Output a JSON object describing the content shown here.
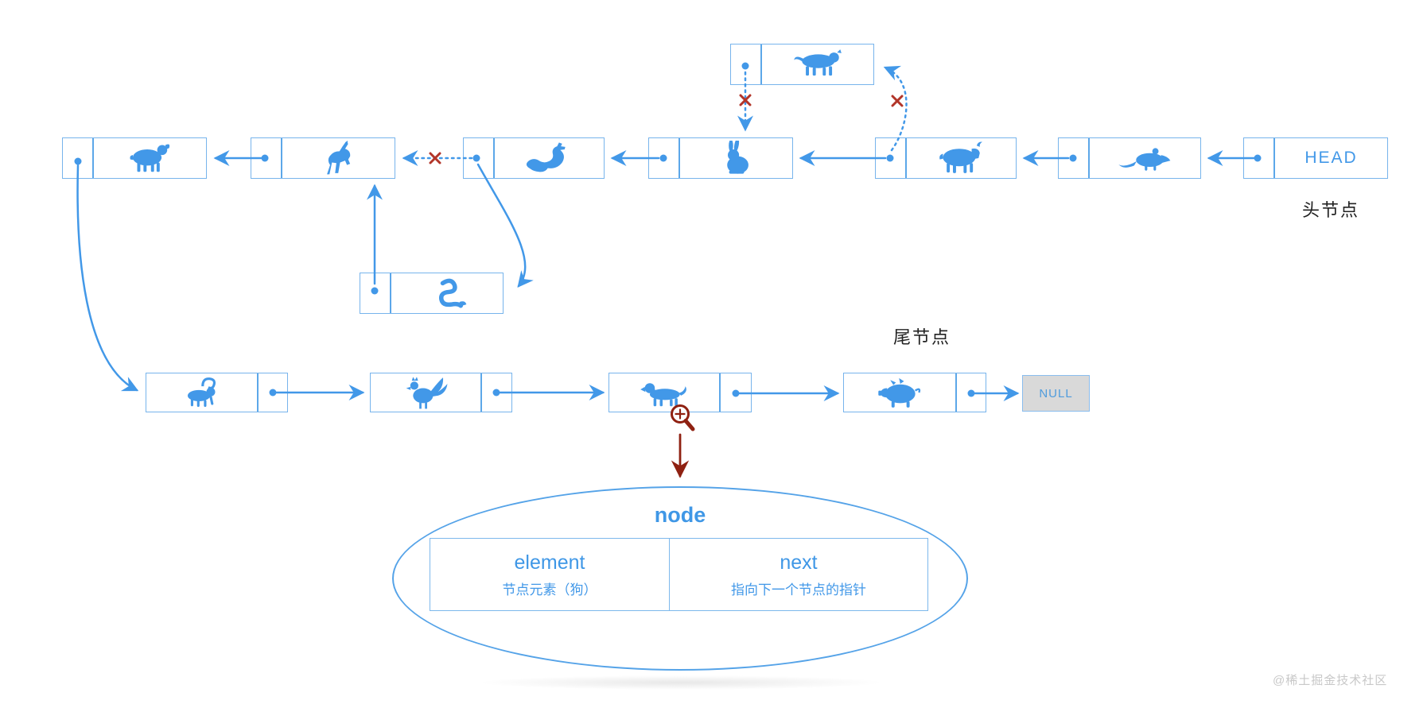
{
  "diagram": {
    "title_labels": {
      "head_caption": "头节点",
      "tail_caption": "尾节点"
    },
    "head_box": {
      "label": "HEAD"
    },
    "null_box": {
      "label": "NULL"
    },
    "top_row_animals": [
      "rat",
      "ox",
      "rabbit",
      "dragon",
      "horse",
      "sheep"
    ],
    "detached_node_animal": "tiger",
    "inserted_node_animal": "snake",
    "bottom_row_animals": [
      "monkey",
      "rooster",
      "dog",
      "pig"
    ],
    "node_detail": {
      "title": "node",
      "element_label": "element",
      "element_desc": "节点元素（狗）",
      "next_label": "next",
      "next_desc": "指向下一个节点的指针"
    },
    "watermark": "@稀土掘金技术社区",
    "colors": {
      "primary_blue": "#4298e8",
      "box_border": "#77b4ec",
      "cross_red": "#b23529",
      "dark_red": "#8f2112",
      "null_bg": "#d9d9d9",
      "watermark_gray": "#c8c8c8"
    }
  }
}
